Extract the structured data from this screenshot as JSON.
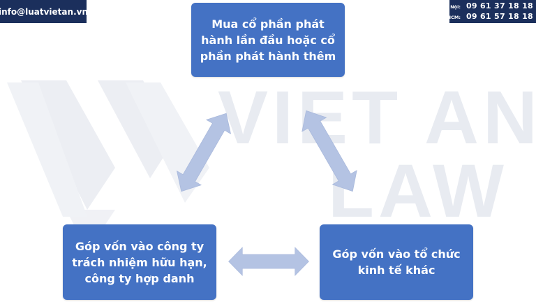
{
  "header": {
    "email": "info@luatvietan.vn",
    "phone_hanoi_label": "Hà Nội:",
    "phone_hanoi": "09 61 37 18 18",
    "phone_hcm_label": "TP. HCM:",
    "phone_hcm": "09 61 57 18 18"
  },
  "watermark": {
    "line1": "VIET AN",
    "line2": "LAW"
  },
  "diagram": {
    "top_box": "Mua cổ phần phát hành lần đầu hoặc cổ phần phát hành thêm",
    "left_box": "Góp vốn vào công ty trách nhiệm hữu hạn, công ty hợp danh",
    "right_box": "Góp vốn vào tổ chức kinh tế khác"
  },
  "colors": {
    "box_fill": "#4472c4",
    "arrow_fill": "#b4c3e3",
    "badge_bg": "#1b2f5c",
    "watermark": "#eceff4"
  }
}
